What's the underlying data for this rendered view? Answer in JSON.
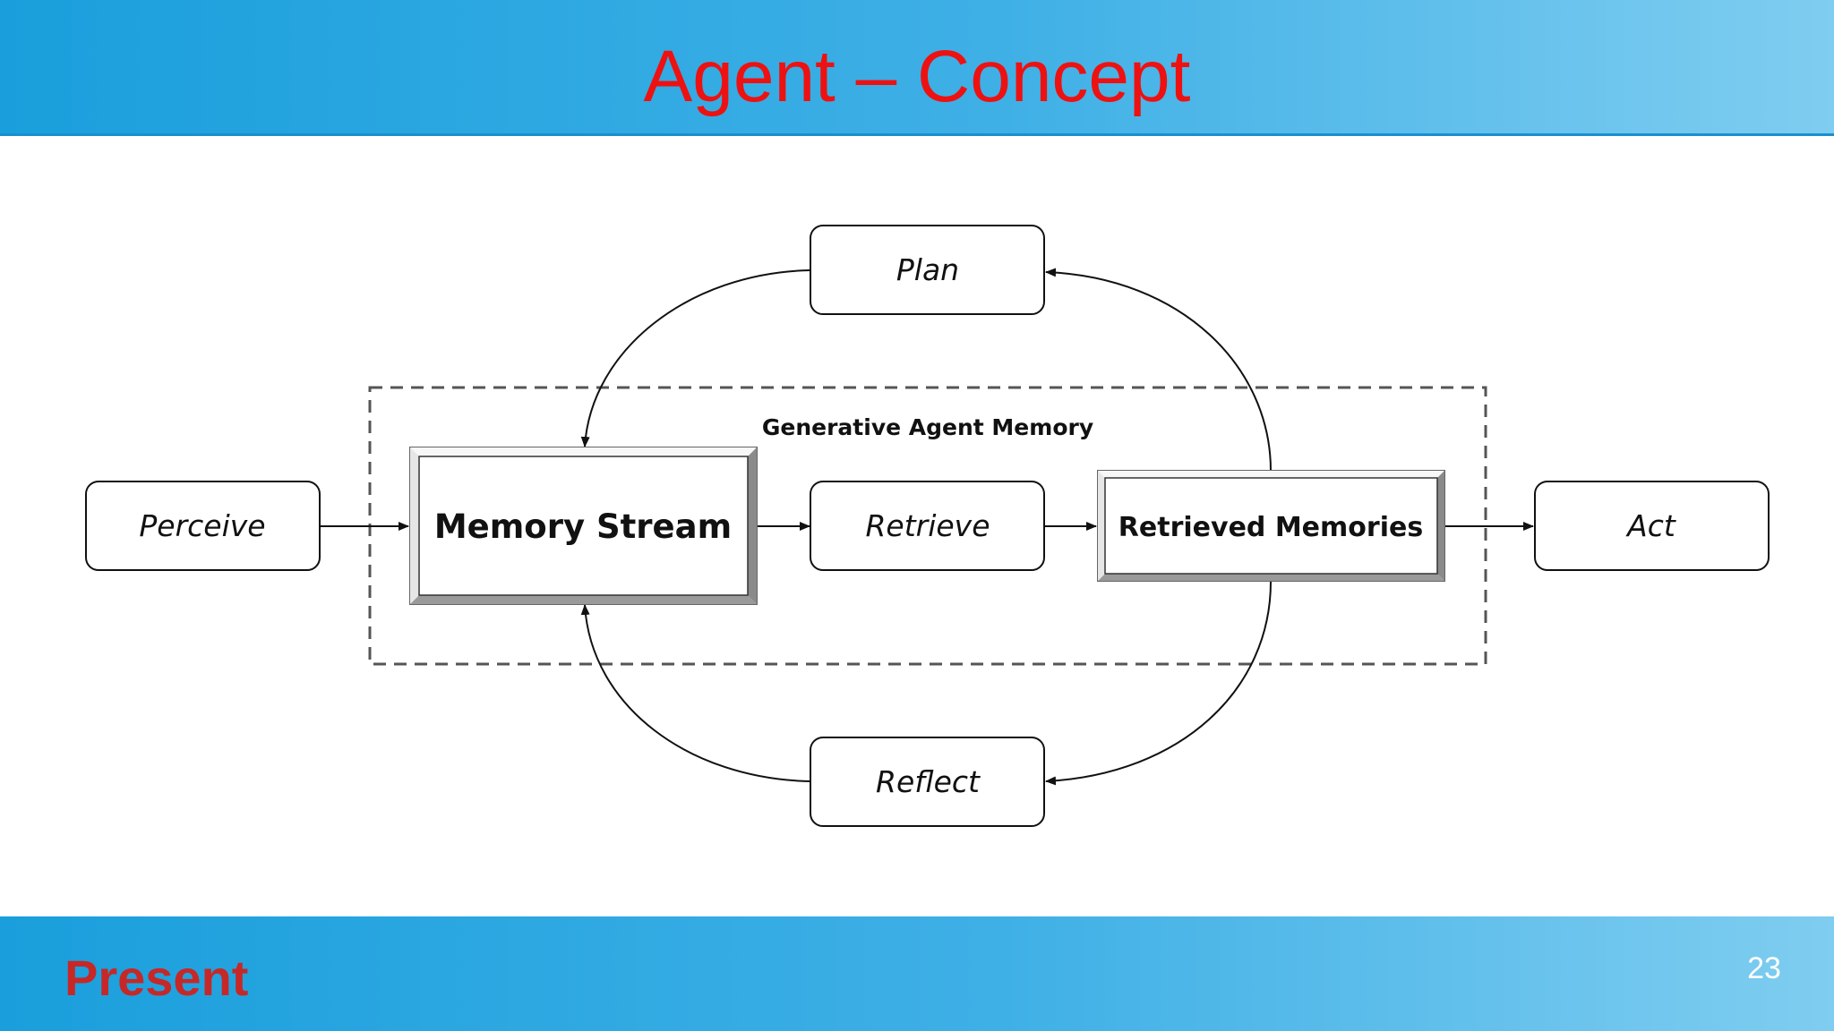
{
  "slide": {
    "title": "Agent – Concept",
    "footer_label": "Present",
    "page_number": "23"
  },
  "diagram": {
    "group_label": "Generative Agent Memory",
    "nodes": {
      "perceive": "Perceive",
      "memory_stream": "Memory Stream",
      "retrieve": "Retrieve",
      "retrieved_memories": "Retrieved Memories",
      "act": "Act",
      "plan": "Plan",
      "reflect": "Reflect"
    }
  },
  "colors": {
    "title": "#ee1111",
    "footer_label": "#c62828",
    "band": "#1a9fdc"
  }
}
